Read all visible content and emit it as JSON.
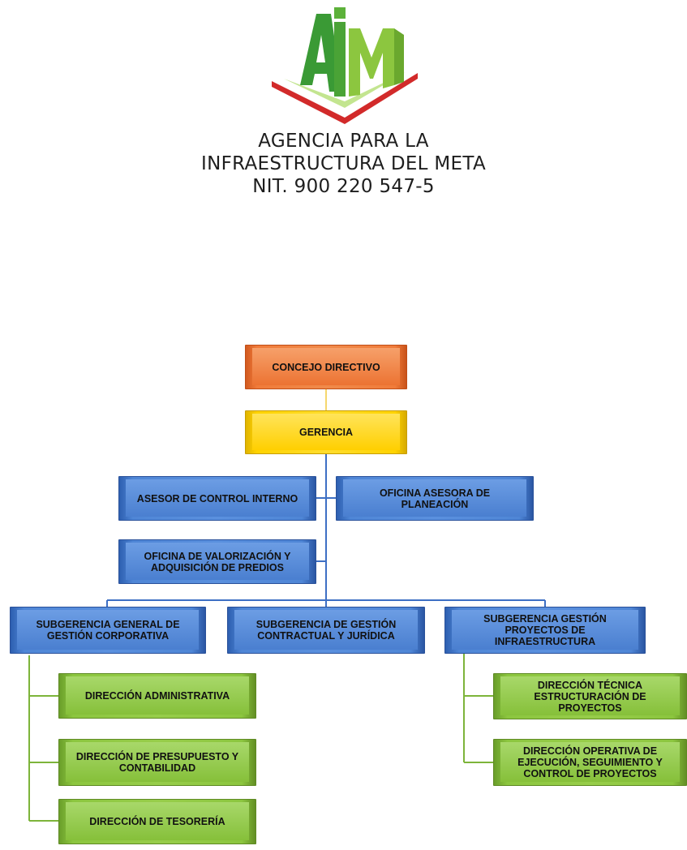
{
  "logo": {
    "letters": "AIM",
    "colors": {
      "green_dark": "#2e8b2e",
      "green_light": "#9ad14b",
      "red": "#d22a2a"
    }
  },
  "header": {
    "line1": "AGENCIA PARA LA",
    "line2": "INFRAESTRUCTURA DEL META",
    "line3": "NIT. 900 220 547-5"
  },
  "org": {
    "concejo": "CONCEJO DIRECTIVO",
    "gerencia": "GERENCIA",
    "asesor_control": "ASESOR DE CONTROL INTERNO",
    "oficina_planeacion": "OFICINA ASESORA DE PLANEACIÓN",
    "oficina_valorizacion": "OFICINA DE VALORIZACIÓN Y ADQUISICIÓN DE PREDIOS",
    "sub_corporativa": "SUBGERENCIA GENERAL DE GESTIÓN CORPORATIVA",
    "sub_contractual": "SUBGERENCIA DE GESTIÓN CONTRACTUAL Y JURÍDICA",
    "sub_proyectos": "SUBGERENCIA GESTIÓN PROYECTOS DE INFRAESTRUCTURA",
    "dir_administrativa": "DIRECCIÓN ADMINISTRATIVA",
    "dir_presupuesto": "DIRECCIÓN  DE PRESUPUESTO Y CONTABILIDAD",
    "dir_tesoreria": "DIRECCIÓN  DE TESORERÍA",
    "dir_tecnica": "DIRECCIÓN  TÉCNICA ESTRUCTURACIÓN DE PROYECTOS",
    "dir_operativa": "DIRECCIÓN OPERATIVA  DE EJECUCIÓN, SEGUIMIENTO Y CONTROL DE PROYECTOS"
  },
  "colors": {
    "concejo": "#f07b3a",
    "gerencia": "#ffd300",
    "blue_units": "#4f86d6",
    "green_units": "#8cc63f",
    "connector_yellow": "#f5d76e",
    "connector_blue": "#3d6fc4",
    "connector_green": "#7db43a"
  }
}
